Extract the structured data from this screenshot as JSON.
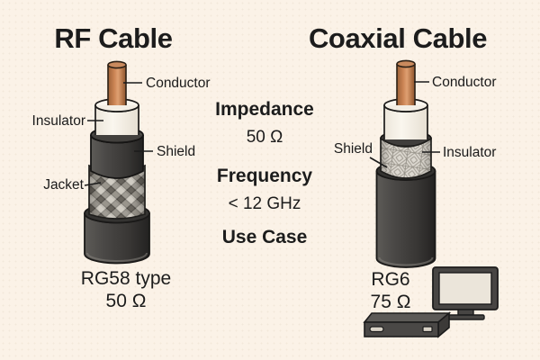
{
  "rf_cable": {
    "title": "RF Cable",
    "labels": {
      "conductor": "Conductor",
      "insulator": "Insulator",
      "shield": "Shield",
      "jacket": "Jacket"
    },
    "type_label": "RG58 type",
    "impedance_label": "50 Ω"
  },
  "coaxial_cable": {
    "title": "Coaxial Cable",
    "labels": {
      "conductor": "Conductor",
      "shield": "Shield",
      "insulator": "Insulator"
    },
    "type_label": "RG6",
    "impedance_label": "75 Ω"
  },
  "specs": {
    "impedance": {
      "heading": "Impedance",
      "value": "50 Ω"
    },
    "frequency": {
      "heading": "Frequency",
      "value": "< 12 GHz"
    },
    "use_case": {
      "heading": "Use Case"
    }
  },
  "icons": {
    "tv": "tv-icon",
    "set_top_box": "set-top-box-icon"
  },
  "colors": {
    "background": "#fbf2e7",
    "text": "#1c1c1c",
    "conductor_copper": "#c98a5e",
    "insulator_white": "#f6f1e8",
    "shield_dark": "#3a3836",
    "braid_light": "#d6d2ca",
    "jacket_dark": "#434140",
    "screen_light": "#ebe5da"
  }
}
